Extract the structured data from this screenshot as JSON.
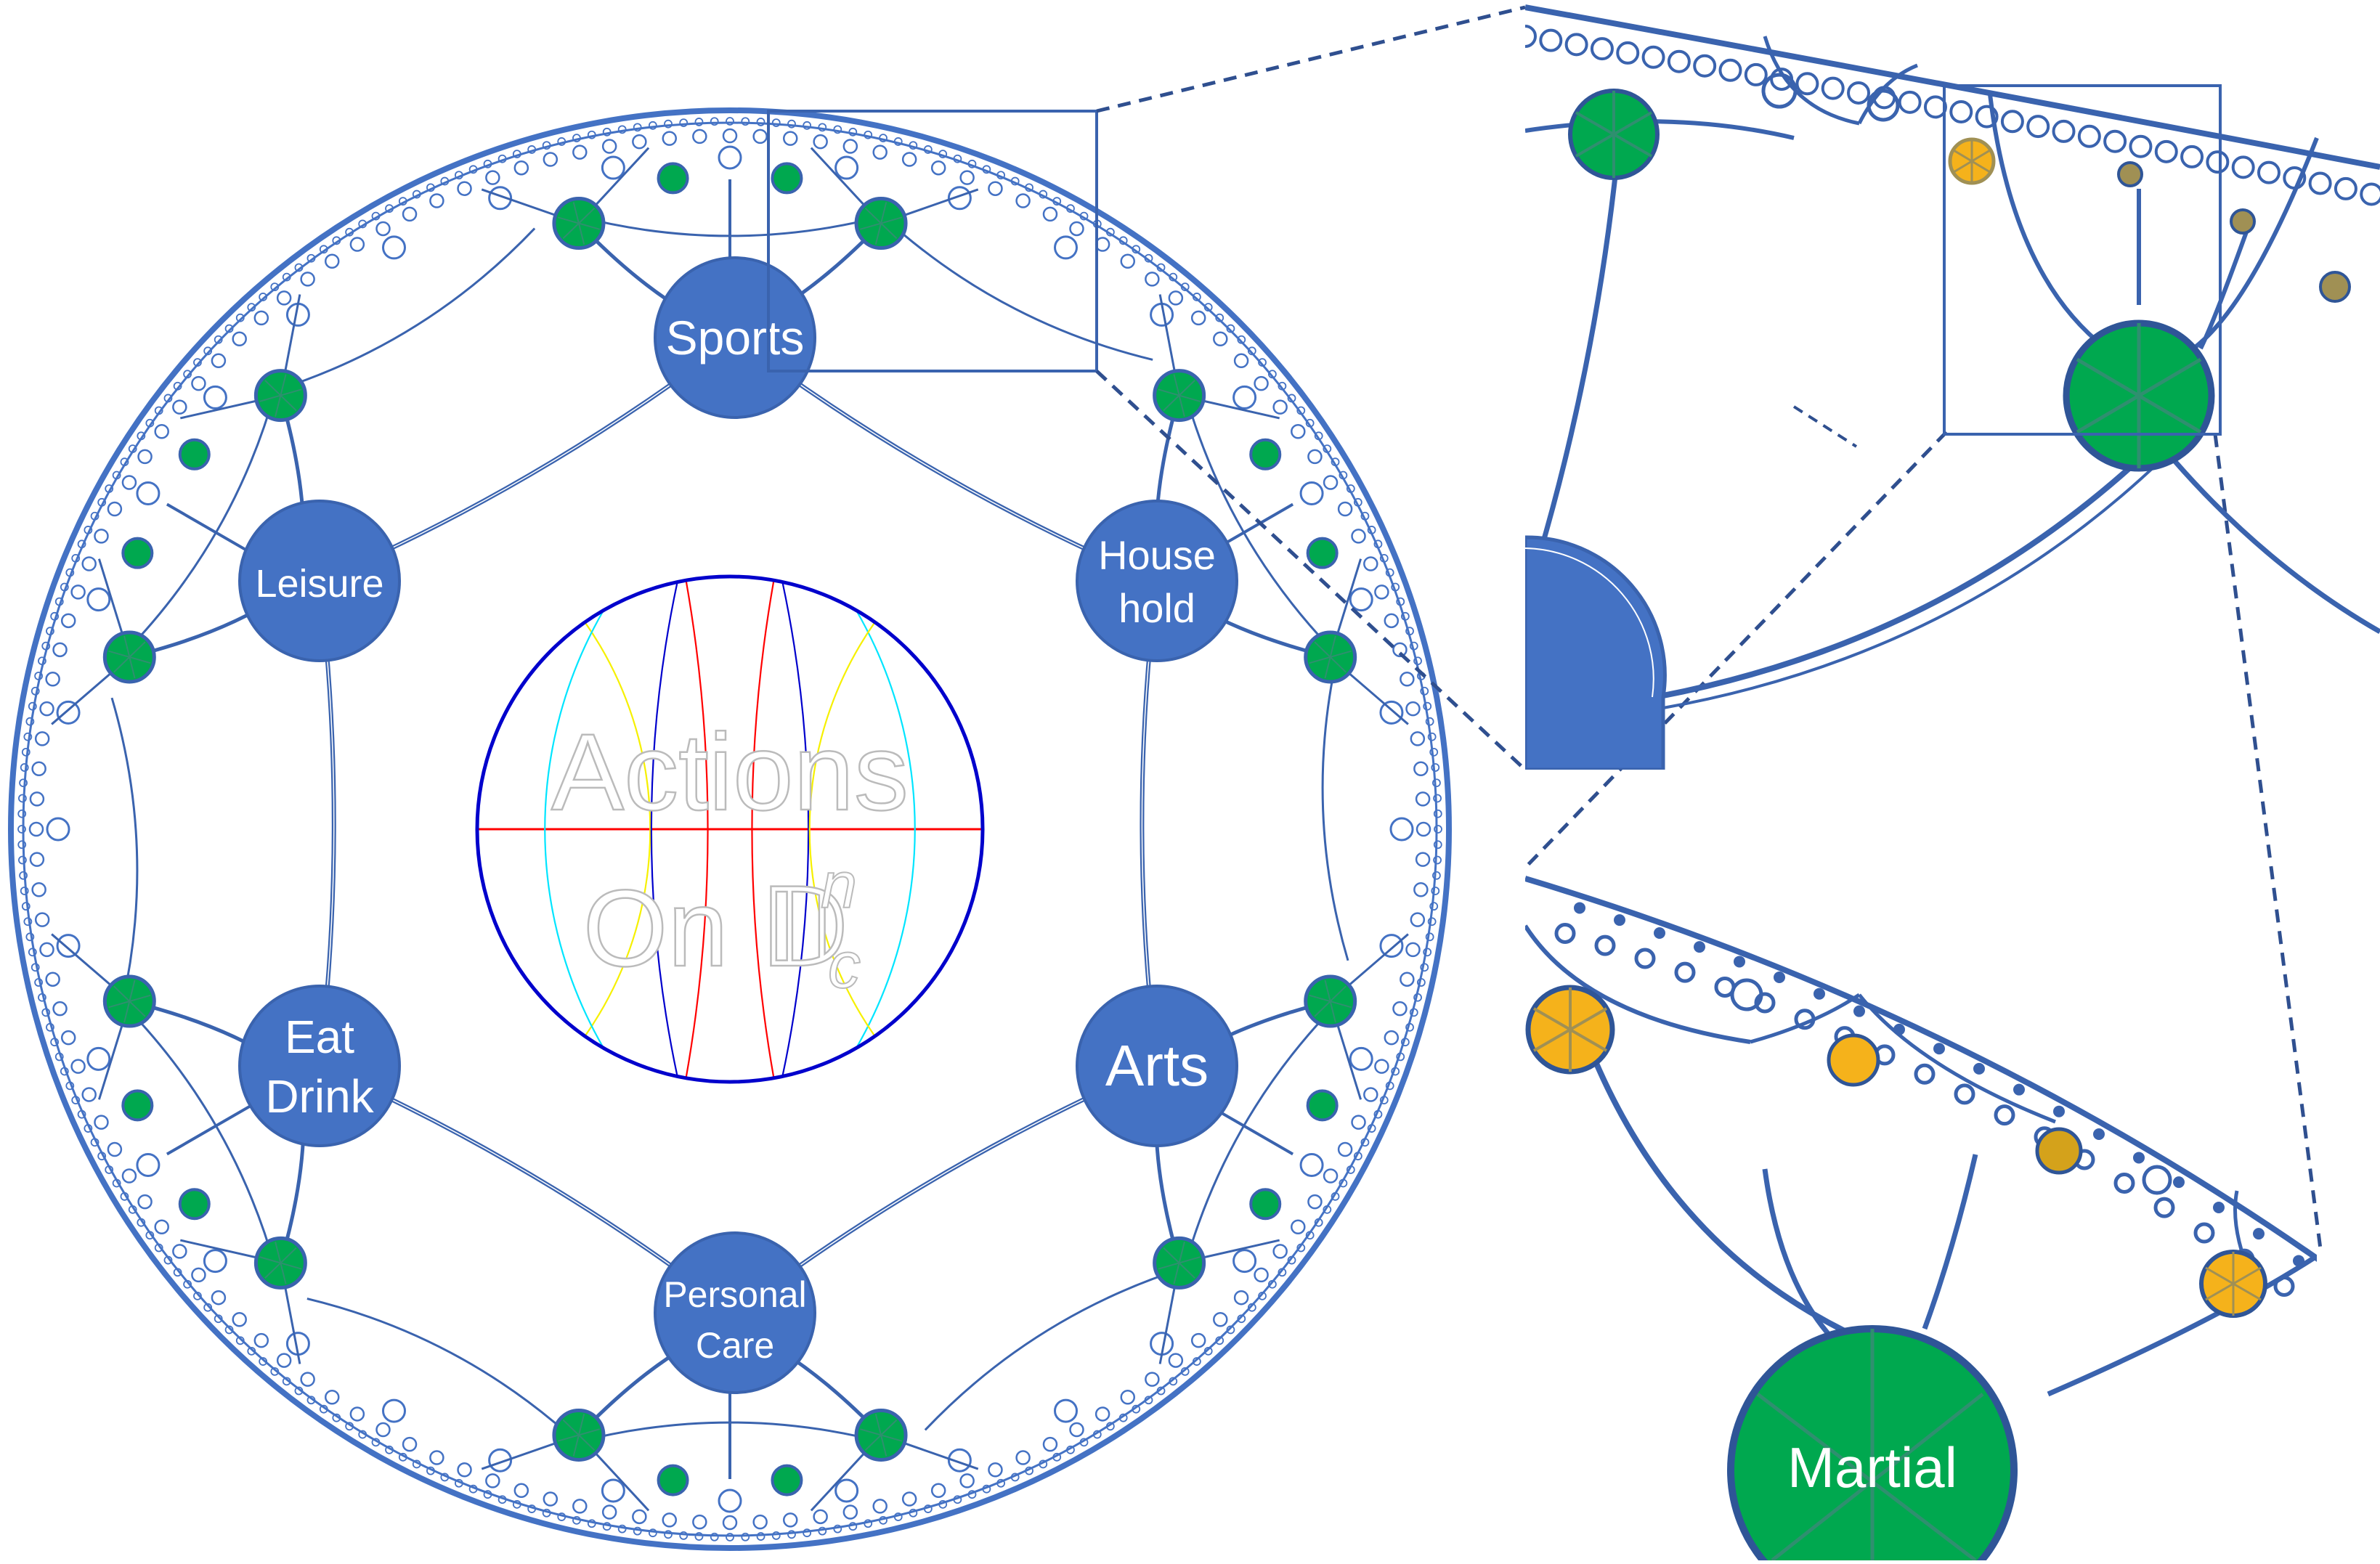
{
  "diagram": {
    "center_title": {
      "line1": "Actions",
      "line2": "On 𝔻",
      "superscript": "n",
      "subscript": "c"
    },
    "categories": [
      {
        "id": "sports",
        "lines": [
          "Sports"
        ]
      },
      {
        "id": "household",
        "lines": [
          "House",
          "hold"
        ]
      },
      {
        "id": "arts",
        "lines": [
          "Arts"
        ]
      },
      {
        "id": "personal-care",
        "lines": [
          "Personal",
          "Care"
        ]
      },
      {
        "id": "eat-drink",
        "lines": [
          "Eat",
          "Drink"
        ]
      },
      {
        "id": "leisure",
        "lines": [
          "Leisure"
        ]
      }
    ],
    "zoom_label": "Martial"
  },
  "colors": {
    "node_blue": "#4472C4",
    "edge_blue": "#3A63AE",
    "leaf_green": "#00A84F",
    "leaf_gold": "#F5B21B",
    "leaf_gray_gold": "#A09054",
    "dashed_line": "#2F4F8F",
    "tiling_red": "#FF0000",
    "tiling_yellow": "#F6F000",
    "tiling_cyan": "#00E5FF",
    "tiling_navy": "#0000CC"
  }
}
